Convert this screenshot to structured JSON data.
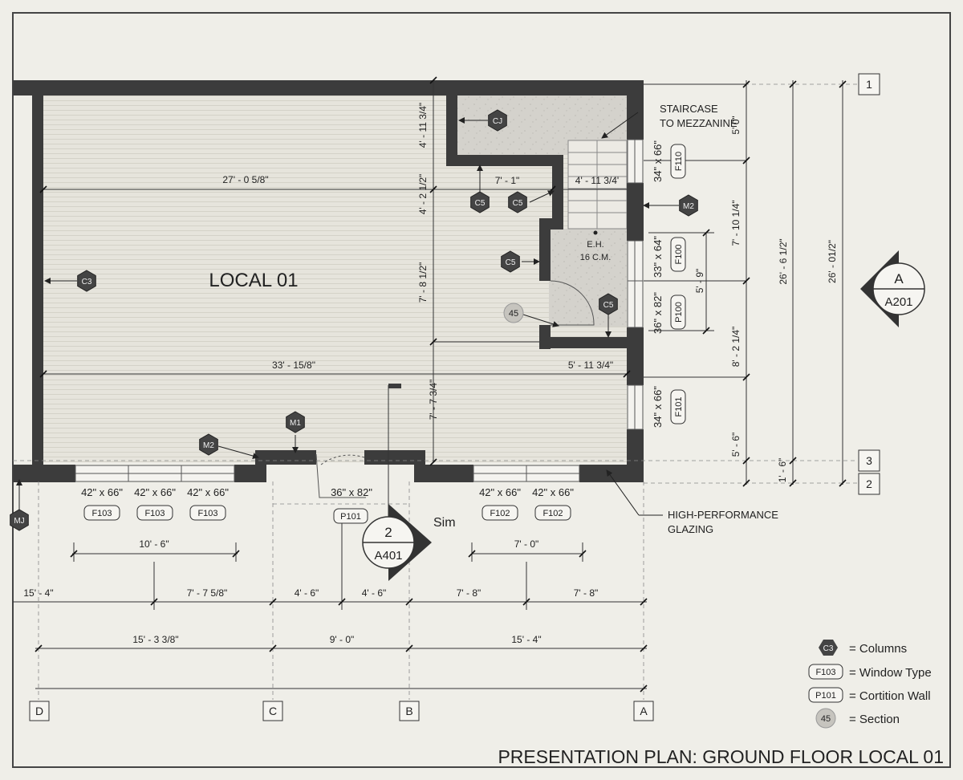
{
  "title": "PRESENTATION PLAN: GROUND FLOOR LOCAL 01",
  "room_name": "LOCAL 01",
  "notes": {
    "staircase": [
      "STAIRCASE",
      "TO MEZZANINE"
    ],
    "eh": [
      "E.H.",
      "16 C.M."
    ],
    "glazing": [
      "HIGH-PERFORMANCE",
      "GLAZING"
    ],
    "sim": "Sim"
  },
  "grid": {
    "D": "D",
    "C": "C",
    "B": "B",
    "A": "A",
    "g1": "1",
    "g2": "2",
    "g3": "3"
  },
  "section_a": {
    "top": "A",
    "bottom": "A201"
  },
  "section_2": {
    "top": "2",
    "bottom": "A401"
  },
  "tags": {
    "c3": "C3",
    "cj": "CJ",
    "c5": "C5",
    "m1": "M1",
    "m2": "M2",
    "mj": "MJ",
    "s45": "45"
  },
  "windows": {
    "f103": "F103",
    "f102": "F102",
    "f110": "F110",
    "f100": "F100",
    "p100": "P100",
    "f101": "F101",
    "p101": "P101"
  },
  "sizes": {
    "w42x66": "42\" x 66\"",
    "w36x82": "36\" x 82\"",
    "w34x66": "34\" x 66\"",
    "w33x64": "33\" x 64\"",
    "w36x82b": "36\" x 82\""
  },
  "dims": {
    "d27": "27' - 0 5/8\"",
    "d33": "33' - 15/8\"",
    "d4_113_4v": "4' - 11 3/4\"",
    "d4_21_2": "4' - 2 1/2\"",
    "d7_81_2": "7' - 8 1/2\"",
    "d7_73_4": "7' - 7 3/4\"",
    "d7_1": "7' - 1\"",
    "d4_113_4h": "4' - 11 3/4'",
    "d5_113_4": "5' - 11 3/4\"",
    "d5_0": "5' 0\"",
    "d7_101_4": "7' - 10 1/4\"",
    "d5_9": "5' - 9\"",
    "d8_21_4": "8' - 2 1/4\"",
    "d5_6": "5' - 6\"",
    "d1_6": "1' - 6\"",
    "d26_61_2": "26' - 6 1/2\"",
    "d26_01_2": "26' - 01/2\"",
    "d10_6": "10' - 6\"",
    "d7_0": "7' - 0\"",
    "d15_4a": "15' - 4\"",
    "d7_75_8": "7' - 7 5/8\"",
    "d4_6a": "4' - 6\"",
    "d4_6b": "4' - 6\"",
    "d7_8a": "7' - 8\"",
    "d7_8b": "7' - 8\"",
    "d15_33_8": "15' - 3 3/8\"",
    "d9_0": "9' - 0\"",
    "d15_4b": "15' - 4\""
  },
  "legend": [
    {
      "tag": "C3",
      "text": "= Columns"
    },
    {
      "tag": "F103",
      "text": "= Window Type"
    },
    {
      "tag": "P101",
      "text": "= Cortition Wall"
    },
    {
      "tag": "45",
      "text": "= Section"
    }
  ]
}
